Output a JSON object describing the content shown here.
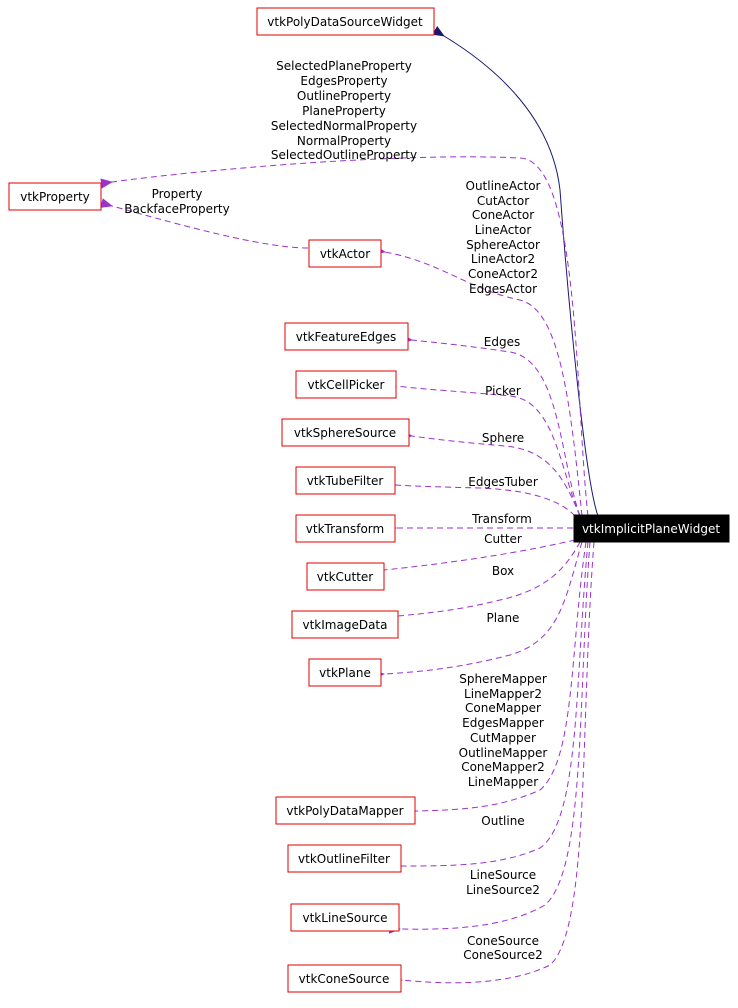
{
  "diagram": {
    "focus_node": "vtkImplicitPlaneWidget",
    "colors": {
      "node_border": "#e00000",
      "focus_fill": "#000000",
      "usage_edge": "#9a32cd",
      "inheritance_edge": "#191970"
    },
    "nodes": {
      "base": "vtkPolyDataSourceWidget",
      "property": "vtkProperty",
      "actor": "vtkActor",
      "feature_edges": "vtkFeatureEdges",
      "cell_picker": "vtkCellPicker",
      "sphere_source": "vtkSphereSource",
      "tube_filter": "vtkTubeFilter",
      "transform": "vtkTransform",
      "cutter": "vtkCutter",
      "image_data": "vtkImageData",
      "plane": "vtkPlane",
      "poly_data_mapper": "vtkPolyDataMapper",
      "outline_filter": "vtkOutlineFilter",
      "line_source": "vtkLineSource",
      "cone_source": "vtkConeSource",
      "widget": "vtkImplicitPlaneWidget"
    },
    "edge_labels": {
      "widget_to_property": [
        "SelectedPlaneProperty",
        "EdgesProperty",
        "OutlineProperty",
        "PlaneProperty",
        "SelectedNormalProperty",
        "NormalProperty",
        "SelectedOutlineProperty"
      ],
      "actor_to_property": [
        "Property",
        "BackfaceProperty"
      ],
      "actors": [
        "OutlineActor",
        "CutActor",
        "ConeActor",
        "LineActor",
        "SphereActor",
        "LineActor2",
        "ConeActor2",
        "EdgesActor"
      ],
      "edges": "Edges",
      "picker": "Picker",
      "sphere": "Sphere",
      "edges_tuber": "EdgesTuber",
      "transform": "Transform",
      "cutter": "Cutter",
      "box": "Box",
      "plane": "Plane",
      "mappers": [
        "SphereMapper",
        "LineMapper2",
        "ConeMapper",
        "EdgesMapper",
        "CutMapper",
        "OutlineMapper",
        "ConeMapper2",
        "LineMapper"
      ],
      "outline": "Outline",
      "line_sources": [
        "LineSource",
        "LineSource2"
      ],
      "cone_sources": [
        "ConeSource",
        "ConeSource2"
      ]
    }
  }
}
